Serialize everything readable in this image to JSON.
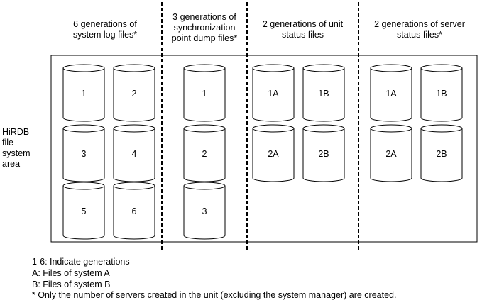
{
  "columns": [
    {
      "header": "6 generations of\nsystem log files*",
      "files": [
        "1",
        "2",
        "3",
        "4",
        "5",
        "6"
      ]
    },
    {
      "header": "3 generations of\nsynchronization\npoint dump files*",
      "files": [
        "1",
        "2",
        "3"
      ]
    },
    {
      "header": "2 generations of unit\nstatus files",
      "files": [
        "1A",
        "1B",
        "2A",
        "2B"
      ]
    },
    {
      "header": "2 generations of server\nstatus files*",
      "files": [
        "1A",
        "1B",
        "2A",
        "2B"
      ]
    }
  ],
  "area_label": "HiRDB\nfile\nsystem\narea",
  "notes": [
    "1-6: Indicate generations",
    "A: Files of system A",
    "B: Files of system B",
    "* Only the number of servers created in the unit (excluding the system manager) are created."
  ]
}
